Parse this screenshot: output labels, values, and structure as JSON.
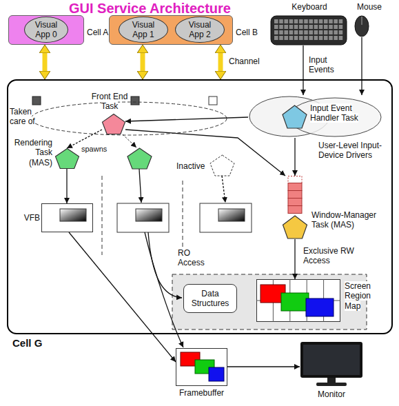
{
  "diagram": {
    "title": "GUI Service Architecture",
    "nodes": [
      {
        "text": [
          "Cell A"
        ]
      },
      {
        "text": [
          "Visual App 0"
        ],
        "in": 0
      },
      {
        "text": [
          "Cell B"
        ]
      },
      {
        "text": [
          "Visual App 1"
        ],
        "in": 2
      },
      {
        "text": [
          "Visual App 2"
        ],
        "in": 2
      },
      {
        "text": [
          "Keyboard"
        ]
      },
      {
        "text": [
          "Mouse"
        ]
      },
      {
        "text": [
          "Cell G"
        ]
      },
      {
        "text": [
          "Front End Task"
        ],
        "in": 7
      },
      {
        "text": [
          "Input Event Handler Task"
        ],
        "in": 7
      },
      {
        "text": [
          "Rendering Task (MAS)"
        ],
        "in": 7
      },
      {
        "text": [
          "VFB"
        ],
        "in": 7
      },
      {
        "text": [
          "Window-Manager Task (MAS)"
        ],
        "in": 7
      },
      {
        "text": [
          "Data Structures"
        ],
        "in": 7
      },
      {
        "text": [
          "Screen Region Map"
        ],
        "in": 7
      },
      {
        "text": [
          "Framebuffer"
        ]
      },
      {
        "text": [
          "Monitor"
        ]
      }
    ],
    "edges": [
      {
        "from": 0,
        "to": 7,
        "arrow": "both"
      },
      {
        "from": 2,
        "to": 7,
        "arrow": "both"
      },
      {
        "from": 2,
        "to": 7,
        "arrow": "both",
        "label": "Channel"
      },
      {
        "from": 5,
        "to": 9,
        "arrow": "to",
        "label": "Input Events"
      },
      {
        "from": 6,
        "to": 9,
        "arrow": "to"
      },
      {
        "from": 8,
        "to": 10,
        "arrow": "to",
        "label": "spawns"
      },
      {
        "from": 9,
        "to": 8,
        "arrow": "to"
      },
      {
        "from": 8,
        "to": 12,
        "arrow": "to"
      },
      {
        "from": 9,
        "to": 12,
        "arrow": "to"
      },
      {
        "from": 10,
        "to": 11,
        "arrow": "to"
      },
      {
        "from": 12,
        "to": 14,
        "arrow": "to",
        "label": "Exclusive RW Access"
      },
      {
        "from": 11,
        "to": 15,
        "arrow": "to"
      },
      {
        "from": 15,
        "to": 16,
        "arrow": "to"
      }
    ],
    "labels": [
      "Taken care of",
      "Inactive",
      "User-Level Input-Device Drivers",
      "RO Access"
    ]
  }
}
